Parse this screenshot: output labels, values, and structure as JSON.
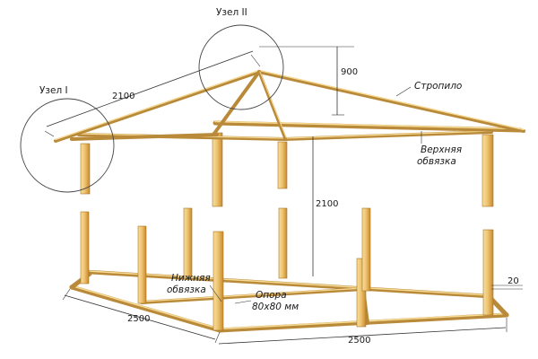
{
  "labels": {
    "node1": "Узел I",
    "node2": "Узел II",
    "rafter": "Стропило",
    "top_frame_l1": "Верхняя",
    "top_frame_l2": "обвязка",
    "bottom_frame_l1": "Нижняя",
    "bottom_frame_l2": "обвязка",
    "support_l1": "Опора",
    "support_l2": "80x80 мм"
  },
  "dimensions": {
    "roof_length": "2100",
    "roof_height": "900",
    "post_height": "2100",
    "width_left": "2500",
    "width_front": "2500",
    "gap": "20"
  },
  "colors": {
    "wood_light": "#f7dfa0",
    "wood_mid": "#e9b95a",
    "wood_dark": "#c98a2c"
  }
}
